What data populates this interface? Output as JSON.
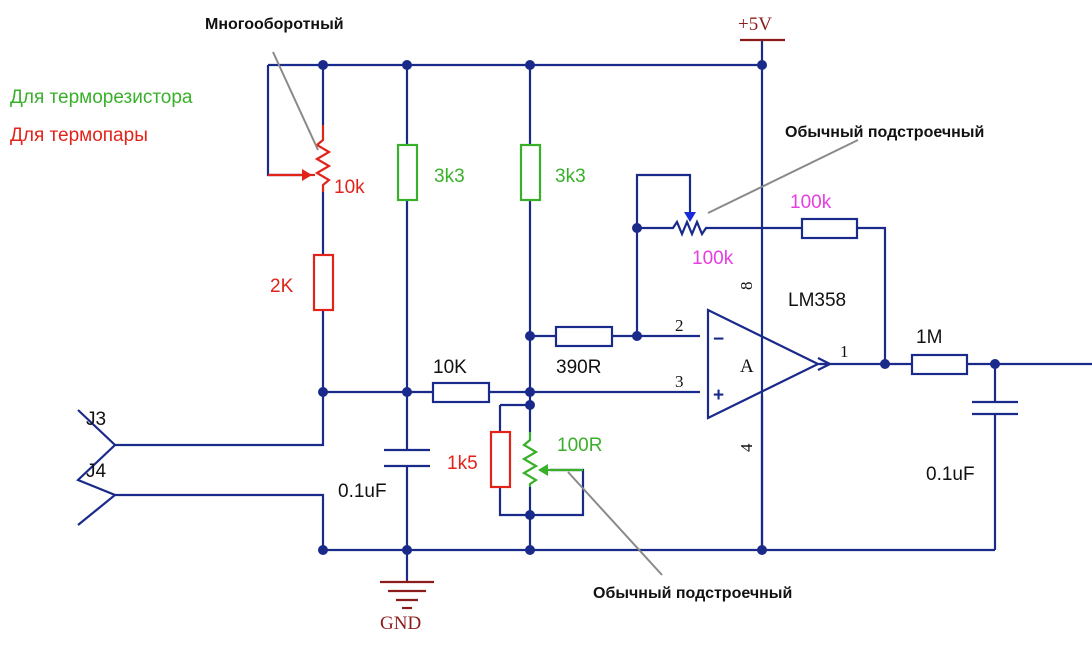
{
  "legend": {
    "thermistor": "Для терморезистора",
    "thermocouple": "Для термопары"
  },
  "colors": {
    "wire": "#1a2a8a",
    "thermistor_green": "#39b02a",
    "thermocouple_red": "#e2231a",
    "magenta": "#e63ee0",
    "ground": "#8a1c1c",
    "trimmer_blue": "#1a2ad8",
    "leader_gray": "#8a8a8a"
  },
  "annotations": {
    "multiturn": "Многооборотный",
    "trimmer_top": "Обычный подстроечный",
    "trimmer_bottom": "Обычный подстроечный"
  },
  "power": {
    "vcc": "+5V",
    "gnd": "GND"
  },
  "connectors": {
    "j3": "J3",
    "j4": "J4"
  },
  "components": {
    "r_multiturn": "10k",
    "r_2k": "2K",
    "r_3k3_a": "3k3",
    "r_3k3_b": "3k3",
    "r_10k": "10K",
    "c_input": "0.1uF",
    "r_390": "390R",
    "r_1k5": "1k5",
    "trim_100r": "100R",
    "trim_100k": "100k",
    "r_100k": "100k",
    "r_1m": "1M",
    "c_output": "0.1uF"
  },
  "opamp": {
    "part": "LM358",
    "unit": "A",
    "minus": "−",
    "plus": "+",
    "pin_out": "1",
    "pin_inv": "2",
    "pin_noninv": "3",
    "pin_gnd": "4",
    "pin_vcc": "8"
  }
}
